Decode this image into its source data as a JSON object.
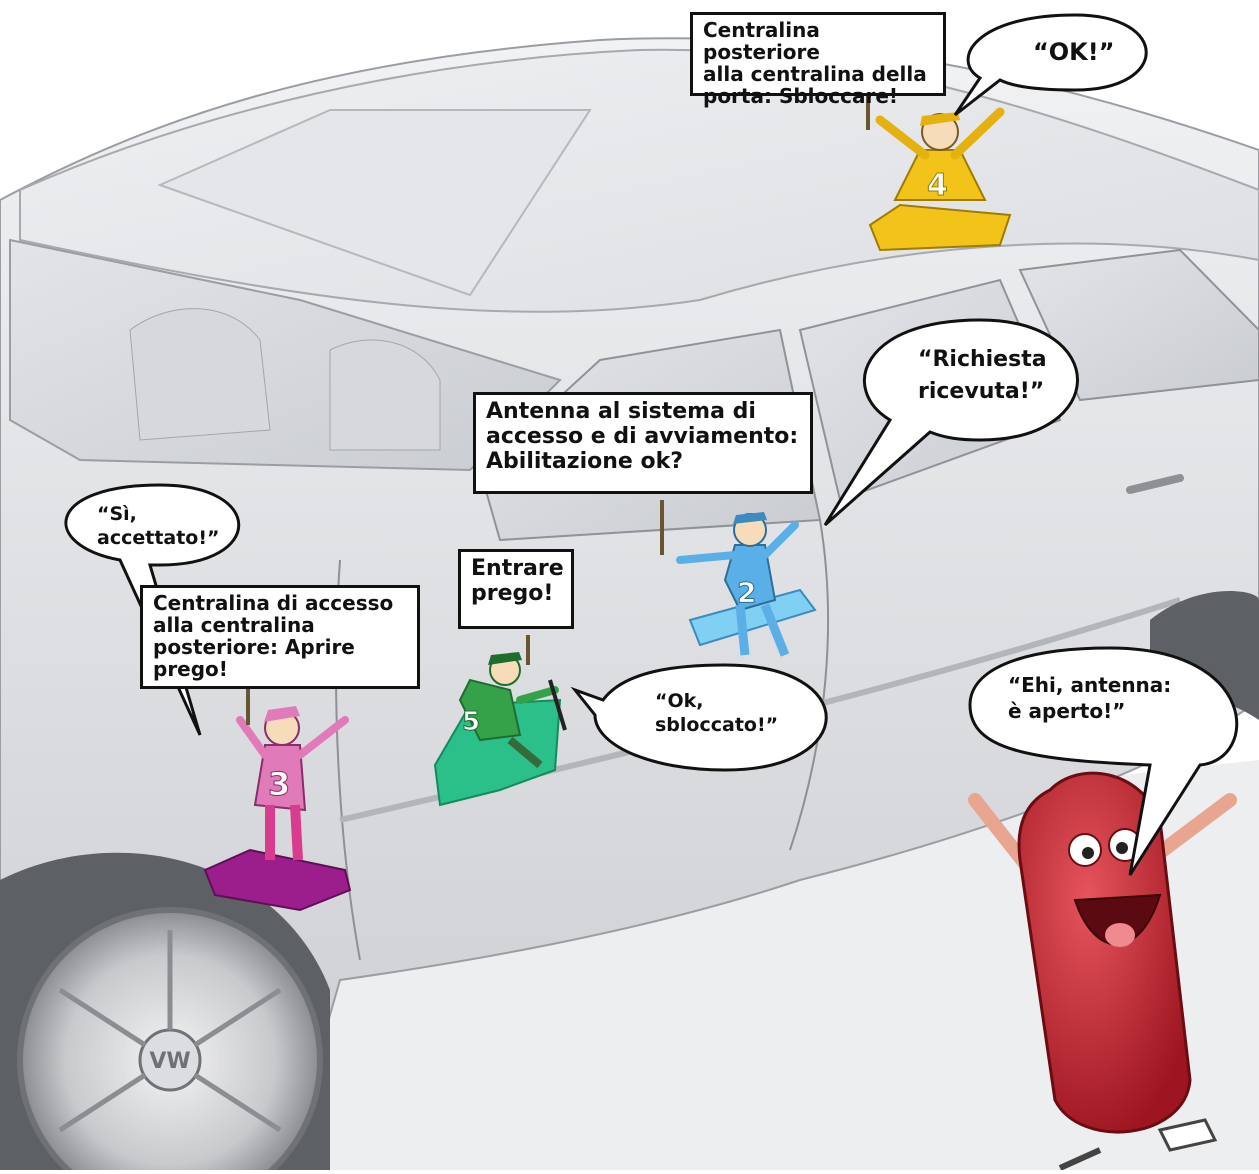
{
  "signs": {
    "rear_ecu": "Centralina posteriore\nalla centralina della\nporta: Sbloccare!",
    "antenna": "Antenna al sistema di\naccesso e di avviamento:\nAbilitazione ok?",
    "enter": "Entrare\nprego!",
    "access_ecu": "Centralina di accesso\nalla centralina\nposteriore: Aprire\nprego!"
  },
  "bubbles": {
    "ok": "“OK!”",
    "request": "“Richiesta\nricevuta!”",
    "accepted": "“Sì,\naccettato!”",
    "unlocked": "“Ok,\nsbloccato!”",
    "key": "“Ehi, antenna:\nè aperto!”"
  },
  "figures": {
    "rear_ecu_number": "4",
    "antenna_number": "2",
    "access_ecu_number": "3",
    "door_ecu_number": "5"
  },
  "colors": {
    "rear_ecu": "#f2c419",
    "antenna": "#5ab0e6",
    "access_ecu": "#e07ab8",
    "access_ecu_box": "#9b1e8c",
    "door_ecu": "#35a24a",
    "door_ecu_box": "#2bbf8a",
    "key": "#c8202c",
    "car_body": "#e6e7ea"
  }
}
